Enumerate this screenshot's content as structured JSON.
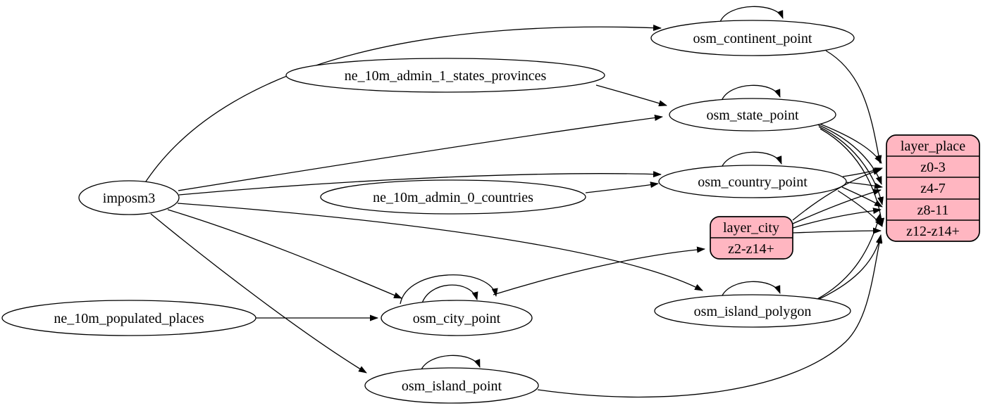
{
  "diagram": {
    "kind": "etl-dependency-graph",
    "colors": {
      "background": "#ffffff",
      "table_fill": "#ffffff",
      "layer_fill": "#ffb6c1",
      "stroke": "#000000",
      "text": "#000000"
    },
    "nodes": {
      "imposm3": {
        "label": "imposm3"
      },
      "ne_10m_admin_1_states_provinces": {
        "label": "ne_10m_admin_1_states_provinces"
      },
      "ne_10m_admin_0_countries": {
        "label": "ne_10m_admin_0_countries"
      },
      "ne_10m_populated_places": {
        "label": "ne_10m_populated_places"
      },
      "osm_continent_point": {
        "label": "osm_continent_point"
      },
      "osm_state_point": {
        "label": "osm_state_point"
      },
      "osm_country_point": {
        "label": "osm_country_point"
      },
      "osm_city_point": {
        "label": "osm_city_point"
      },
      "osm_island_polygon": {
        "label": "osm_island_polygon"
      },
      "osm_island_point": {
        "label": "osm_island_point"
      }
    },
    "records": {
      "layer_city": {
        "title": "layer_city",
        "rows": [
          "z2-z14+"
        ]
      },
      "layer_place": {
        "title": "layer_place",
        "rows": [
          "z0-3",
          "z4-7",
          "z8-11",
          "z12-z14+"
        ]
      }
    },
    "edges": [
      {
        "from": "imposm3",
        "to": "osm_continent_point"
      },
      {
        "from": "imposm3",
        "to": "osm_state_point"
      },
      {
        "from": "imposm3",
        "to": "osm_country_point"
      },
      {
        "from": "imposm3",
        "to": "osm_city_point"
      },
      {
        "from": "imposm3",
        "to": "osm_island_polygon"
      },
      {
        "from": "imposm3",
        "to": "osm_island_point"
      },
      {
        "from": "ne_10m_admin_1_states_provinces",
        "to": "osm_state_point"
      },
      {
        "from": "ne_10m_admin_0_countries",
        "to": "osm_country_point"
      },
      {
        "from": "ne_10m_populated_places",
        "to": "osm_city_point"
      },
      {
        "from": "osm_continent_point",
        "to": "osm_continent_point"
      },
      {
        "from": "osm_state_point",
        "to": "osm_state_point"
      },
      {
        "from": "osm_country_point",
        "to": "osm_country_point"
      },
      {
        "from": "osm_city_point",
        "to": "osm_city_point"
      },
      {
        "from": "osm_city_point",
        "to": "osm_city_point"
      },
      {
        "from": "osm_island_polygon",
        "to": "osm_island_polygon"
      },
      {
        "from": "osm_island_point",
        "to": "osm_island_point"
      },
      {
        "from": "osm_city_point",
        "to": "layer_city:z2-z14+"
      },
      {
        "from": "osm_continent_point",
        "to": "layer_place:z0-3"
      },
      {
        "from": "osm_state_point",
        "to": "layer_place:z0-3"
      },
      {
        "from": "osm_state_point",
        "to": "layer_place:z4-7"
      },
      {
        "from": "osm_state_point",
        "to": "layer_place:z8-11"
      },
      {
        "from": "osm_state_point",
        "to": "layer_place:z12-z14+"
      },
      {
        "from": "osm_country_point",
        "to": "layer_place:z0-3"
      },
      {
        "from": "osm_country_point",
        "to": "layer_place:z4-7"
      },
      {
        "from": "osm_country_point",
        "to": "layer_place:z8-11"
      },
      {
        "from": "osm_country_point",
        "to": "layer_place:z12-z14+"
      },
      {
        "from": "layer_city",
        "to": "layer_place:z0-3"
      },
      {
        "from": "layer_city",
        "to": "layer_place:z4-7"
      },
      {
        "from": "layer_city",
        "to": "layer_place:z8-11"
      },
      {
        "from": "layer_city",
        "to": "layer_place:z12-z14+"
      },
      {
        "from": "osm_island_polygon",
        "to": "layer_place:z8-11"
      },
      {
        "from": "osm_island_polygon",
        "to": "layer_place:z12-z14+"
      },
      {
        "from": "osm_island_point",
        "to": "layer_place:z12-z14+"
      }
    ]
  }
}
